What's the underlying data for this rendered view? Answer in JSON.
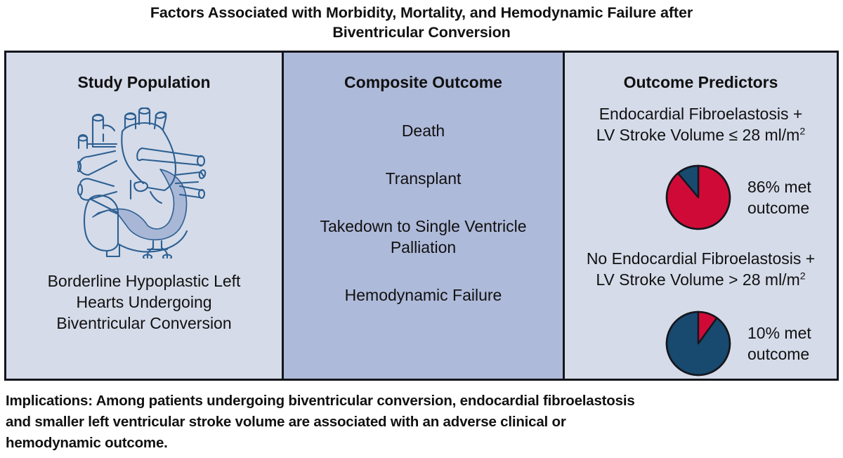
{
  "title": {
    "line1": "Factors Associated with Morbidity, Mortality, and Hemodynamic Failure after",
    "line2": "Biventricular Conversion"
  },
  "panels": {
    "left": {
      "heading": "Study Population",
      "illustration": "heart-anatomy-icon",
      "description": {
        "line1": "Borderline Hypoplastic Left",
        "line2": "Hearts Undergoing",
        "line3": "Biventricular Conversion"
      }
    },
    "middle": {
      "heading": "Composite Outcome",
      "items": [
        {
          "line1": "Death",
          "line2": ""
        },
        {
          "line1": "Transplant",
          "line2": ""
        },
        {
          "line1": "Takedown to Single Ventricle",
          "line2": "Palliation"
        },
        {
          "line1": "Hemodynamic Failure",
          "line2": ""
        }
      ]
    },
    "right": {
      "heading": "Outcome Predictors",
      "predictor1": {
        "line1": "Endocardial Fibroelastosis +",
        "line2_pre": "LV Stroke Volume ≤ 28 ml/m",
        "line2_sup": "2",
        "label_line1": "86% met",
        "label_line2": "outcome"
      },
      "predictor2": {
        "line1": "No Endocardial Fibroelastosis +",
        "line2_pre": "LV Stroke Volume > 28 ml/m",
        "line2_sup": "2",
        "label_line1": "10% met",
        "label_line2": "outcome"
      }
    }
  },
  "implications": {
    "line1": "Implications: Among patients undergoing biventricular conversion, endocardial fibroelastosis",
    "line2": "and smaller left ventricular stroke volume are associated with an adverse clinical or",
    "line3": "hemodynamic outcome."
  },
  "colors": {
    "met_outcome_red": "#d00a37",
    "not_met_blue": "#18496f",
    "panel_light": "#d5dbe9",
    "panel_dark": "#aebada",
    "border_black": "#15161c",
    "heart_stroke": "#2c5f91",
    "heart_shade": "#a7b5d6"
  },
  "chart_data": [
    {
      "type": "pie",
      "title": "Endocardial Fibroelastosis + LV Stroke Volume ≤ 28 ml/m2",
      "labels": [
        "Met outcome",
        "Did not meet outcome"
      ],
      "values": [
        86,
        14
      ],
      "colors": [
        "#d00a37",
        "#18496f"
      ],
      "annotation": "86% met outcome",
      "legend": "none",
      "start_angle_deg": 0,
      "direction": "counterclockwise-first-slice-blue"
    },
    {
      "type": "pie",
      "title": "No Endocardial Fibroelastosis + LV Stroke Volume > 28 ml/m2",
      "labels": [
        "Met outcome",
        "Did not meet outcome"
      ],
      "values": [
        10,
        90
      ],
      "colors": [
        "#d00a37",
        "#18496f"
      ],
      "annotation": "10% met outcome",
      "legend": "none",
      "start_angle_deg": 0,
      "direction": "clockwise-first-slice-red"
    }
  ]
}
